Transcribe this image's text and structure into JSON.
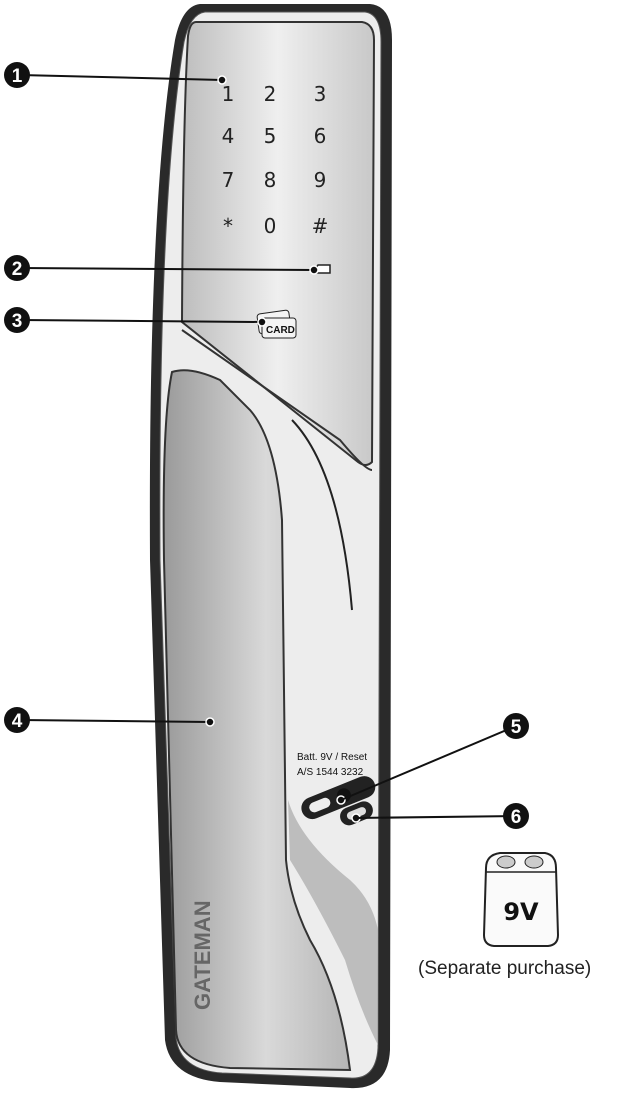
{
  "keypad": {
    "keys": [
      "1",
      "2",
      "3",
      "4",
      "5",
      "6",
      "7",
      "8",
      "9",
      "*",
      "0",
      "#"
    ]
  },
  "card_label": "CARD",
  "brand": "GATEMAN",
  "battery_label": "Batt. 9V / Reset",
  "service_label": "A/S 1544 3232",
  "callouts": [
    "1",
    "2",
    "3",
    "4",
    "5",
    "6"
  ],
  "battery": {
    "label": "9V",
    "caption": "(Separate purchase)"
  }
}
